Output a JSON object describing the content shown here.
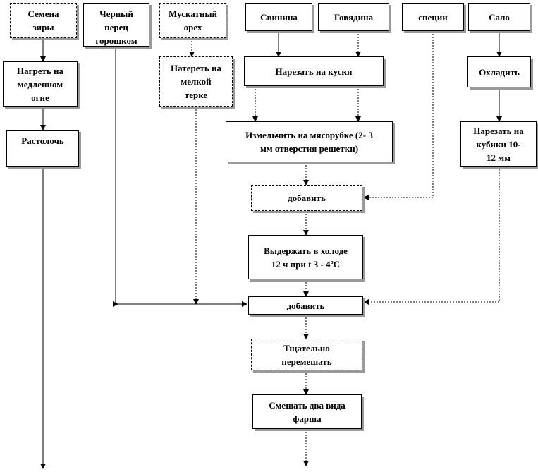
{
  "nodes": {
    "semena_zary": "Семена\nзиры",
    "cherny_perets": "Черный\nперец\nгорошком",
    "muskatny_orekh": "Мускатный\nорех",
    "svinina": "Свинина",
    "govyadina": "Говядина",
    "spetsii": "специи",
    "salo": "Сало",
    "nagret": "Нагреть на\nмедленном\nогне",
    "nateret": "Натереть на\nмелкой\nтерке",
    "narezat_kuski": "Нарезать на куски",
    "okhladit": "Охладить",
    "rastoloch": "Растолочь",
    "izmelchit": "Измельчить на мясорубке (2- 3\nмм отверстия решетки)",
    "narezat_kubiki": "Нарезать на\nкубики 10-\n12 мм",
    "dobavit_1": "добавить",
    "vyderzhat": "Выдержать в холоде\n12 ч при t 3 - 4ºС",
    "dobavit_2": "добавить",
    "tshchatelno": "Тщательно\nперемешать",
    "smeshat": "Смешать два вида\nфарша"
  }
}
